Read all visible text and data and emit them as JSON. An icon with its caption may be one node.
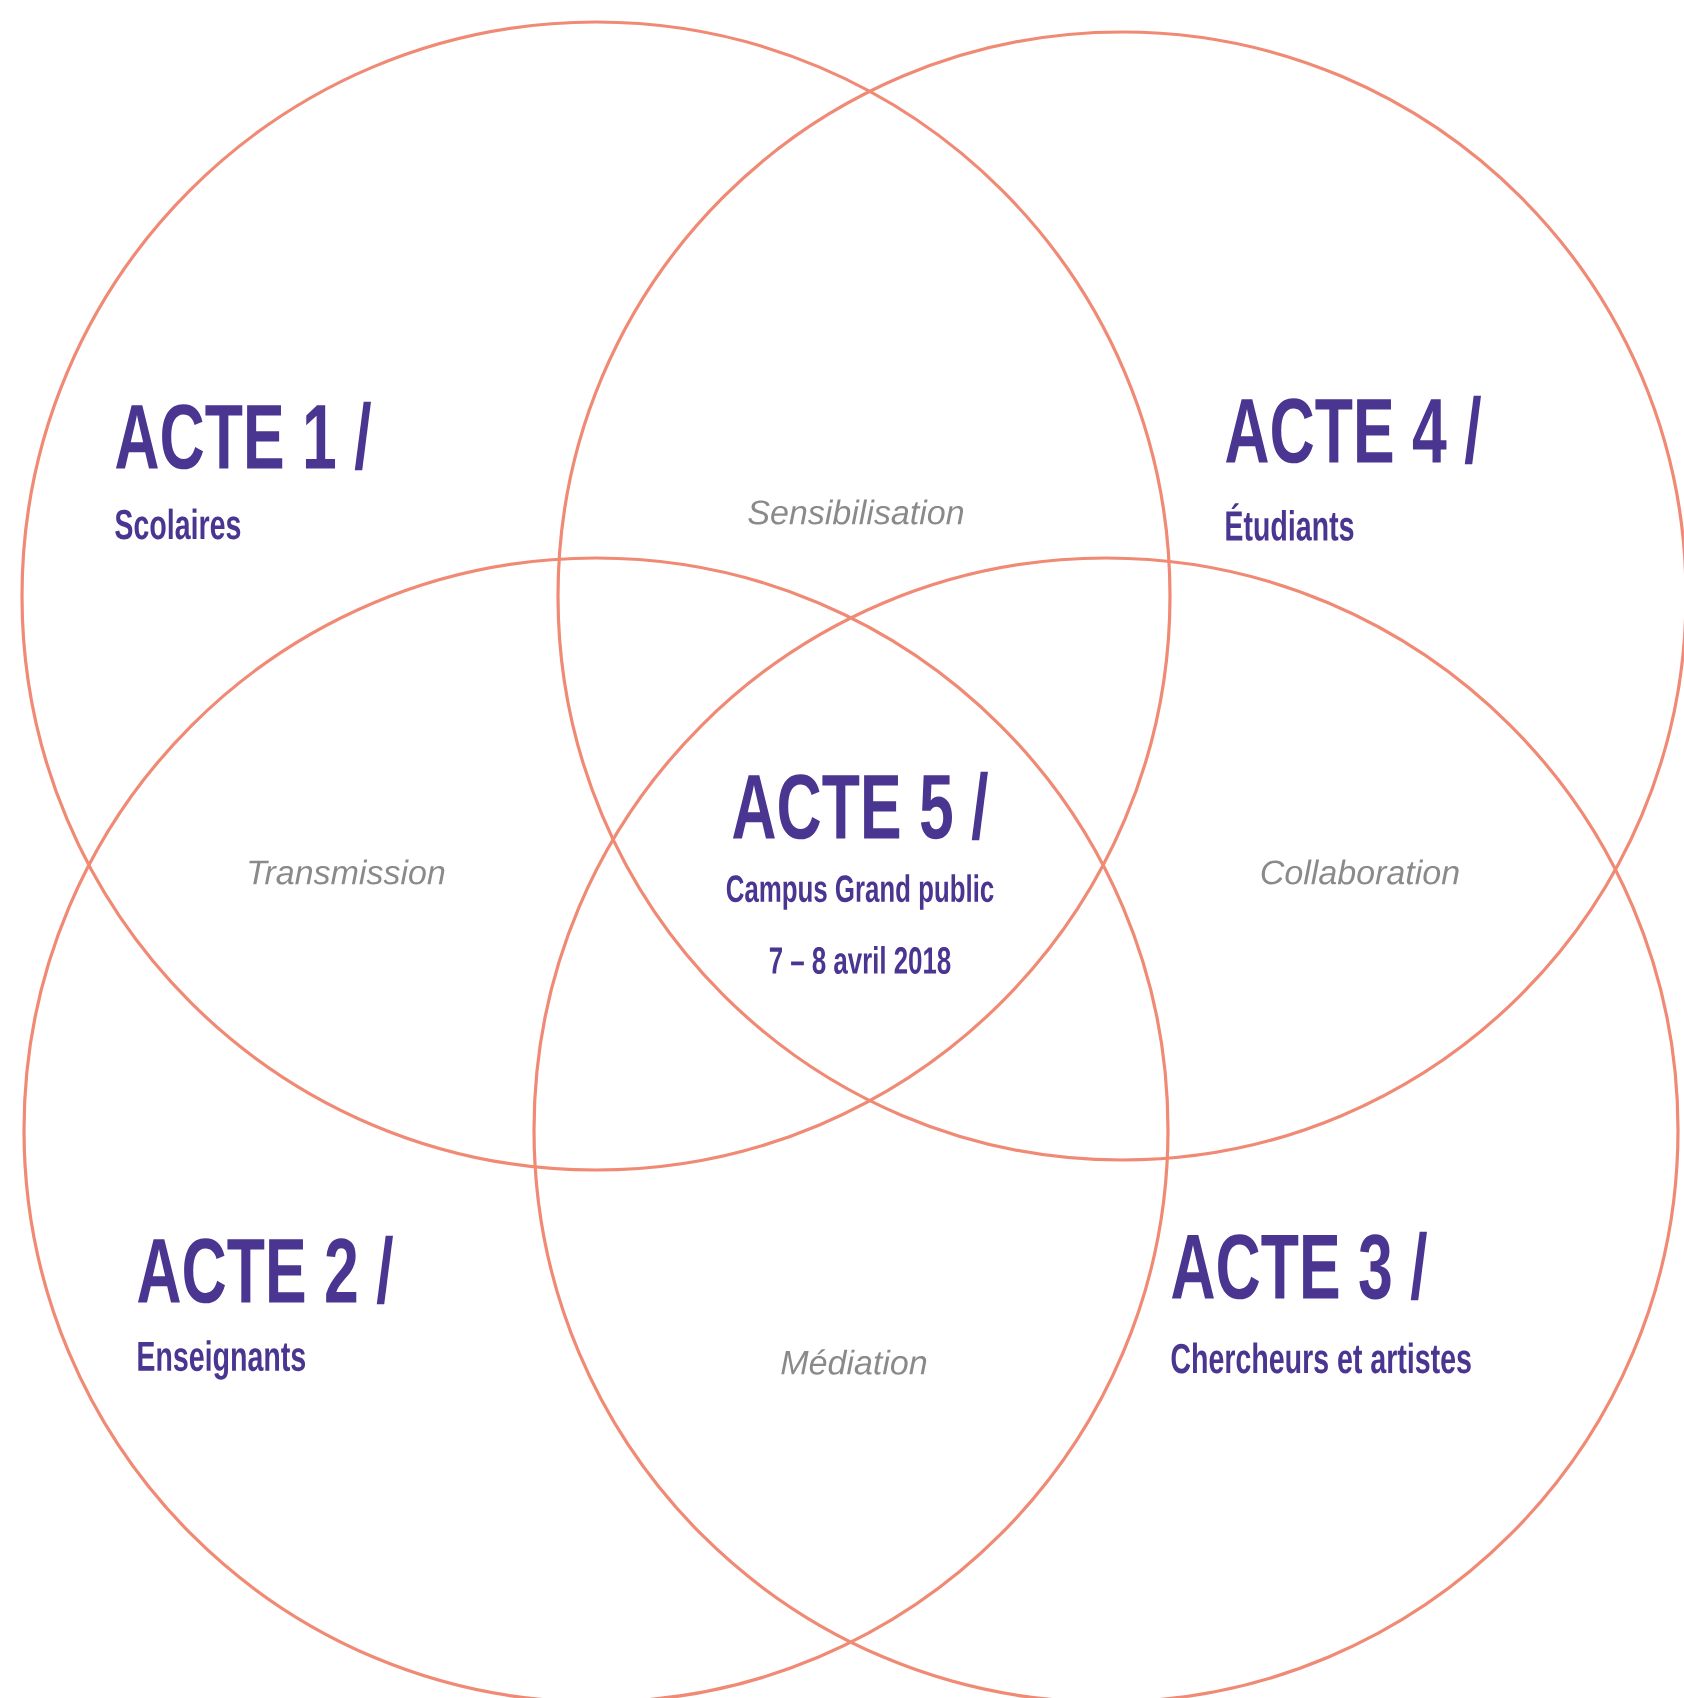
{
  "diagram": {
    "nodes": [
      {
        "text": [
          "ACTE 1 /",
          "Scolaires"
        ]
      },
      {
        "text": [
          "ACTE 4 /",
          "Étudiants"
        ]
      },
      {
        "text": [
          "ACTE 2 /",
          "Enseignants"
        ]
      },
      {
        "text": [
          "ACTE 3 /",
          "Chercheurs et artistes"
        ]
      }
    ],
    "labels": [
      "Sensibilisation",
      "ACTE 5 /",
      "Campus Grand public",
      "7 – 8 avril 2018",
      "Transmission",
      "Collaboration",
      "Médiation"
    ]
  }
}
